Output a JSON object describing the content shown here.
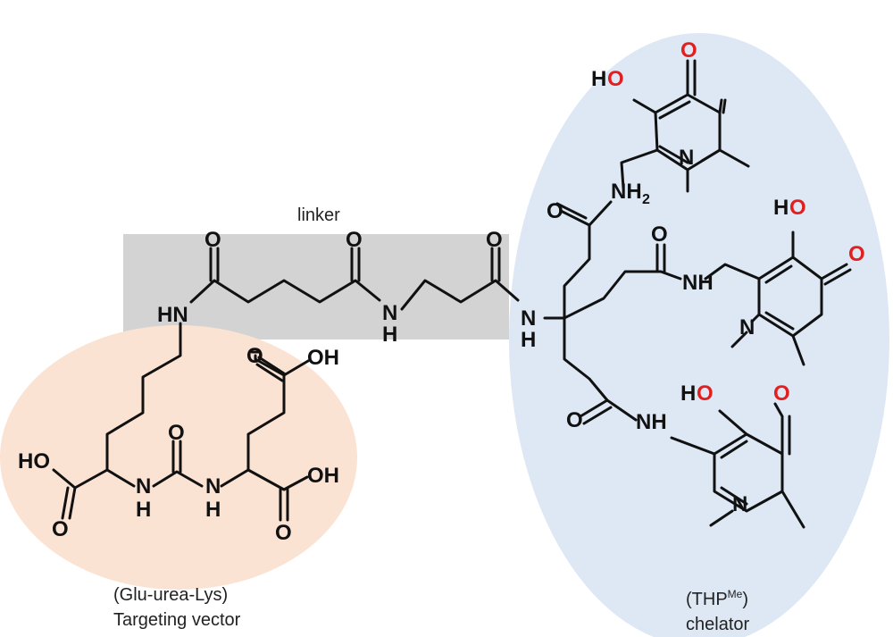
{
  "regions": {
    "linker": {
      "label": "linker",
      "color": "#d3d3d3"
    },
    "vector": {
      "label_line1": "(Glu-urea-Lys)",
      "label_line2": "Targeting vector",
      "color": "#fbe3d4"
    },
    "chelator": {
      "label_pre": "(THP",
      "label_sup": "Me",
      "label_post": ")",
      "label_line2": "chelator",
      "color": "#dde8f4"
    }
  },
  "atoms": {
    "O": "O",
    "OH": "OH",
    "HO": "HO",
    "HN": "HN",
    "NH": "NH",
    "N": "N",
    "H": "H",
    "NH2_main": "NH",
    "NH2_sub": "2"
  },
  "colors": {
    "oxygen_highlight": "#e02020",
    "bond": "#111111"
  }
}
